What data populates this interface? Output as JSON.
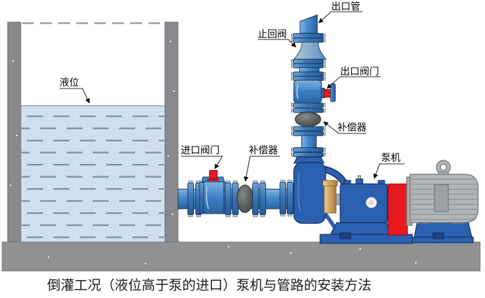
{
  "diagram": {
    "type": "technical-illustration",
    "caption": "倒灌工况（液位高于泵的进口）泵机与管路的安装方法",
    "labels": {
      "outlet_pipe": "出口管",
      "check_valve": "止回阀",
      "outlet_valve": "出口阀门",
      "outlet_compensator": "补偿器",
      "liquid_level": "液位",
      "inlet_valve": "进口阀门",
      "inlet_compensator": "补偿器",
      "pump": "泵机"
    },
    "colors": {
      "pipe_blue": "#4489cb",
      "pump_blue": "#2b5fb0",
      "valve_handle_red": "#e8191f",
      "coupling_guard_red": "#e8191f",
      "compensator_gray": "#58595b",
      "bearing_frame_tan": "#cfa263",
      "motor_gray": "#b2b5b8",
      "motor_terminal_box_gray": "#9da1a4",
      "tank_wall_gray": "#87898c",
      "ground_gray": "#8f9193",
      "liquid_blue": "#cfdfee",
      "liquid_dash_blue": "#8294a5",
      "base_clip_blue": "#1f4186"
    }
  }
}
